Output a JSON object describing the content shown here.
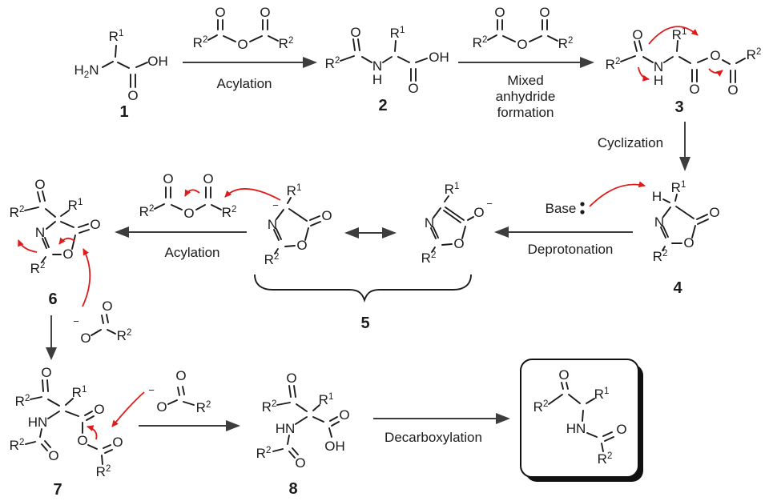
{
  "colors": {
    "bond": "#1c1c1c",
    "arrow": "#3d3d3d",
    "red": "#df1b1b",
    "bg": "#ffffff"
  },
  "atoms": {
    "r": "R",
    "sup1": "1",
    "sup2": "2",
    "o": "O",
    "n": "N",
    "h": "H",
    "oh": "OH",
    "hn": "HN",
    "h2": "H",
    "sub2": "2",
    "n2": "N",
    "minus": "−"
  },
  "step_labels": {
    "acylation": "Acylation",
    "mixed1": "Mixed",
    "mixed2": "anhydride",
    "mixed3": "formation",
    "cyclization": "Cyclization",
    "base": "Base",
    "deprotonation": "Deprotonation",
    "decarboxylation": "Decarboxylation"
  },
  "compound_numbers": {
    "c1": "1",
    "c2": "2",
    "c3": "3",
    "c4": "4",
    "c5": "5",
    "c6": "6",
    "c7": "7",
    "c8": "8"
  }
}
